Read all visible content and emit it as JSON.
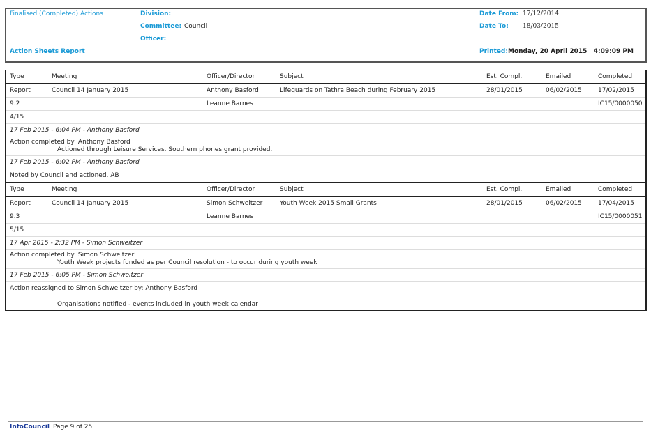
{
  "header": {
    "report_type": "Finalised (Completed) Actions",
    "report_title": "Action Sheets Report",
    "division_label": "Division:",
    "committee_label": "Committee:",
    "committee_value": "Council",
    "officer_label": "Officer:",
    "date_from_label": "Date From:",
    "date_from": "17/12/2014",
    "date_to_label": "Date To:",
    "date_to": "18/03/2015",
    "printed_label": "Printed:",
    "printed_value": "Monday, 20 April 2015   4:09:09 PM"
  },
  "columns": [
    "Type",
    "Meeting",
    "Officer/Director",
    "Subject",
    "Est. Compl.",
    "Emailed",
    "Completed"
  ],
  "records": [
    {
      "type": "Report",
      "meeting": "Council 14 January 2015",
      "officer": "Anthony Basford",
      "subject": "Lifeguards on Tathra Beach during February 2015",
      "est": "28/01/2015",
      "emailed": "06/02/2015",
      "completed": "17/02/2015",
      "item": "9.2",
      "officer2": "Leanne Barnes",
      "ref": "IC15/0000050",
      "num": "4/15",
      "notes": [
        {
          "head": "17 Feb 2015 - 6:04 PM - Anthony Basford",
          "line1": "Action completed by: Anthony Basford",
          "line2": "Actioned through Leisure Services. Southern phones grant provided."
        },
        {
          "head": "17 Feb 2015 - 6:02 PM - Anthony Basford",
          "line1": "Noted by Council and actioned. AB"
        }
      ]
    },
    {
      "type": "Report",
      "meeting": "Council 14 January 2015",
      "officer": "Simon Schweitzer",
      "subject": "Youth Week 2015 Small Grants",
      "est": "28/01/2015",
      "emailed": "06/02/2015",
      "completed": "17/04/2015",
      "item": "9.3",
      "officer2": "Leanne Barnes",
      "ref": "IC15/0000051",
      "num": "5/15",
      "notes": [
        {
          "head": "17 Apr 2015 - 2:32 PM - Simon Schweitzer",
          "line1": "Action completed by: Simon Schweitzer",
          "line2": "Youth Week projects funded as per Council resolution - to occur during youth week"
        },
        {
          "head": "17 Feb 2015 - 6:05 PM - Simon Schweitzer",
          "line1": "Action reassigned to Simon Schweitzer by: Anthony Basford",
          "line2": "Organisations notified - events included in youth week calendar"
        }
      ]
    }
  ],
  "footer": {
    "brand": "InfoCouncil",
    "page": "Page 9 of 25"
  }
}
